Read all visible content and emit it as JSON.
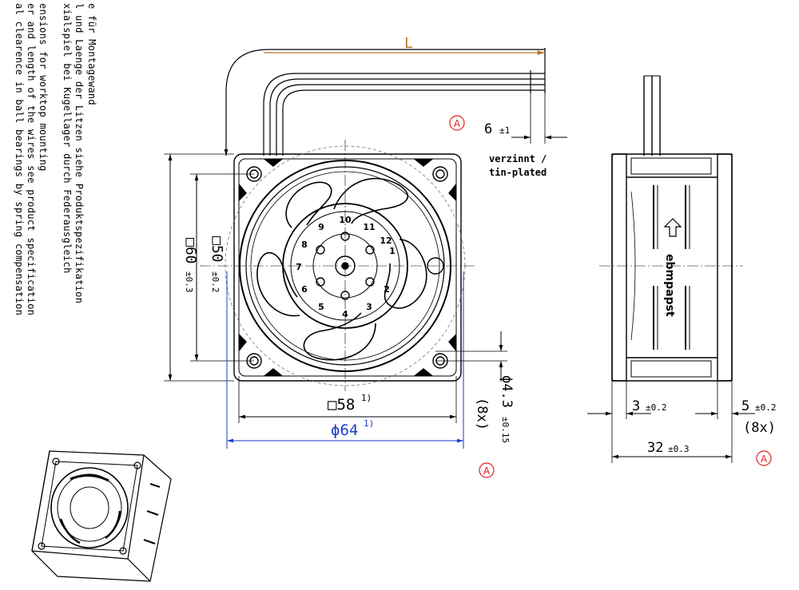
{
  "notes": [
    "e für Montagewand",
    "l und Laenge der Litzen siehe Produktspezifikation",
    "xialspiel bei Kugellager durch Federausgleich",
    "ensions for worktop mounting",
    "er and length of the wires see product specification",
    "al clearence in ball bearings by spring compensation"
  ],
  "labels": {
    "L": "L",
    "dim_6_val": "6",
    "dim_6_tol": "±1",
    "tin_de": "verzinnt /",
    "tin_en": "tin-plated",
    "sq60_val": "□60",
    "sq60_tol": "±0.3",
    "sq50_val": "□50",
    "sq50_tol": "±0.2",
    "sq58": "□58",
    "sq58_sup": "1)",
    "phi64": "ϕ64",
    "phi64_sup": "1)",
    "phi43_val": "ϕ4.3",
    "phi43_tol": "±0.15",
    "phi43_count": "(8x)",
    "dim_3_val": "3",
    "dim_3_tol": "±0.2",
    "dim_5_val": "5",
    "dim_5_tol": "±0.2",
    "dim_5_count": "(8x)",
    "dim_32_val": "32",
    "dim_32_tol": "±0.3",
    "marker": "A",
    "brand": "ebmpapst",
    "hub_numbers": [
      "1",
      "2",
      "3",
      "4",
      "5",
      "6",
      "7",
      "8",
      "9",
      "10",
      "11",
      "12"
    ]
  },
  "colors": {
    "line": "#000000",
    "dim_blue": "#1a3cc8",
    "dim_orange": "#b8732a",
    "marker_red": "#e02020"
  }
}
